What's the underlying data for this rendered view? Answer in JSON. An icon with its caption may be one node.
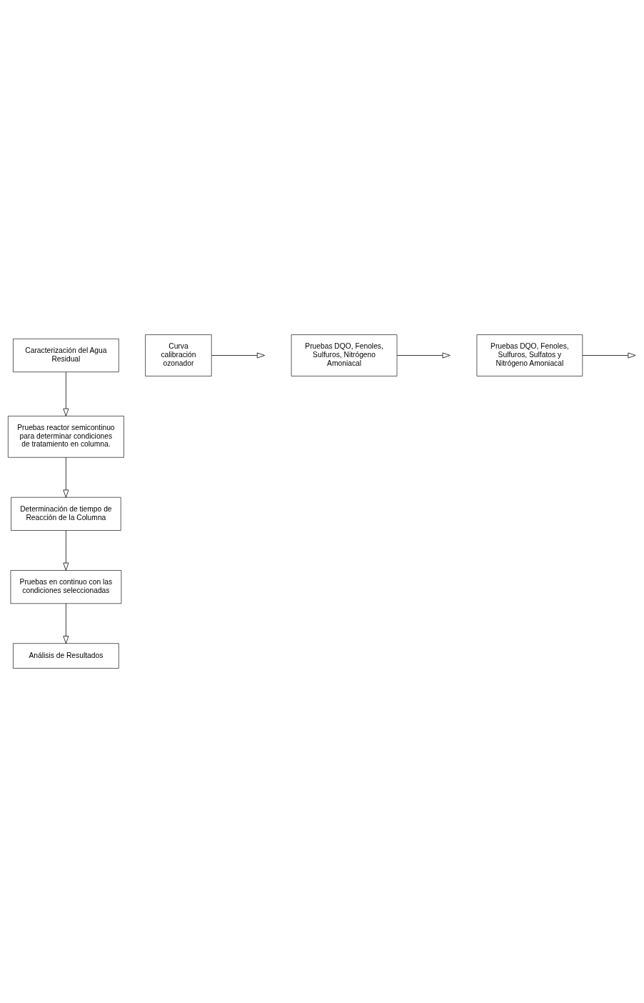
{
  "diagram": {
    "nodes": [
      {
        "text": [
          "Caracterización del Agua Residual"
        ]
      },
      {
        "text": [
          "Curva calibración ozonador"
        ]
      },
      {
        "text": [
          "Pruebas reactor semicontinuo para determinar condiciones de tratamiento en columna."
        ]
      },
      {
        "text": [
          "Pruebas DQO, Fenoles, Sulfuros, Nitrógeno Amoniacal"
        ]
      },
      {
        "text": [
          "Determinación de tiempo de Reacción de la Columna"
        ]
      },
      {
        "text": [
          "Pruebas en continuo con las condiciones seleccionadas"
        ]
      },
      {
        "text": [
          "Pruebas DQO, Fenoles, Sulfuros, Sulfatos y Nitrógeno Amoniacal"
        ]
      },
      {
        "text": [
          "Análisis de Resultados"
        ]
      }
    ],
    "edges": [
      {
        "from": 0,
        "to": 2,
        "arrow": "to"
      },
      {
        "from": 1,
        "to": null,
        "arrow": "to"
      },
      {
        "from": 2,
        "to": 4,
        "arrow": "to"
      },
      {
        "from": 3,
        "to": null,
        "arrow": "to"
      },
      {
        "from": 4,
        "to": 5,
        "arrow": "to"
      },
      {
        "from": 6,
        "to": null,
        "arrow": "to"
      },
      {
        "from": 5,
        "to": 7,
        "arrow": "to"
      }
    ]
  }
}
